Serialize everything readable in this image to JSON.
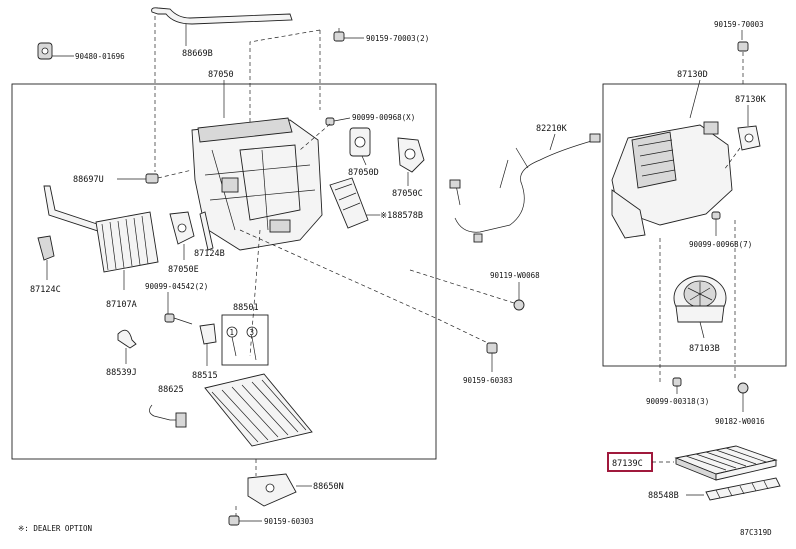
{
  "labels": {
    "p90480_01696": "90480-01696",
    "p88669B": "88669B",
    "p90159_70003_2": "90159-70003(2)",
    "p87050": "87050",
    "p90099_00968_x": "90099-00968(X)",
    "p88697U": "88697U",
    "p87050D": "87050D",
    "p87050C": "87050C",
    "p88578B": "※188578B",
    "p87124C": "87124C",
    "p87107A": "87107A",
    "p87050E": "87050E",
    "p87124B": "87124B",
    "p90099_04542_2": "90099-04542(2)",
    "p88501": "88501",
    "p88539J": "88539J",
    "p88515": "88515",
    "p88625": "88625",
    "p82210K": "82210K",
    "p90119_W0068": "90119-W0068",
    "p90159_60383": "90159-60383",
    "p88650N": "88650N",
    "p90159_60303": "90159-60303",
    "p90159_70003": "90159-70003",
    "p87130D": "87130D",
    "p87130K": "87130K",
    "p90099_00968_7": "90099-00968(7)",
    "p87103B": "87103B",
    "p90099_00318_3": "90099-00318(3)",
    "p90182_W0016": "90182-W0016",
    "p87139C": "87139C",
    "p88548B": "88548B"
  },
  "circle_markers": [
    "1",
    "3"
  ],
  "footnote": "※: DEALER OPTION",
  "figure_code": "87C319D",
  "colors": {
    "highlight": "#a0193c",
    "ink": "#222222"
  }
}
